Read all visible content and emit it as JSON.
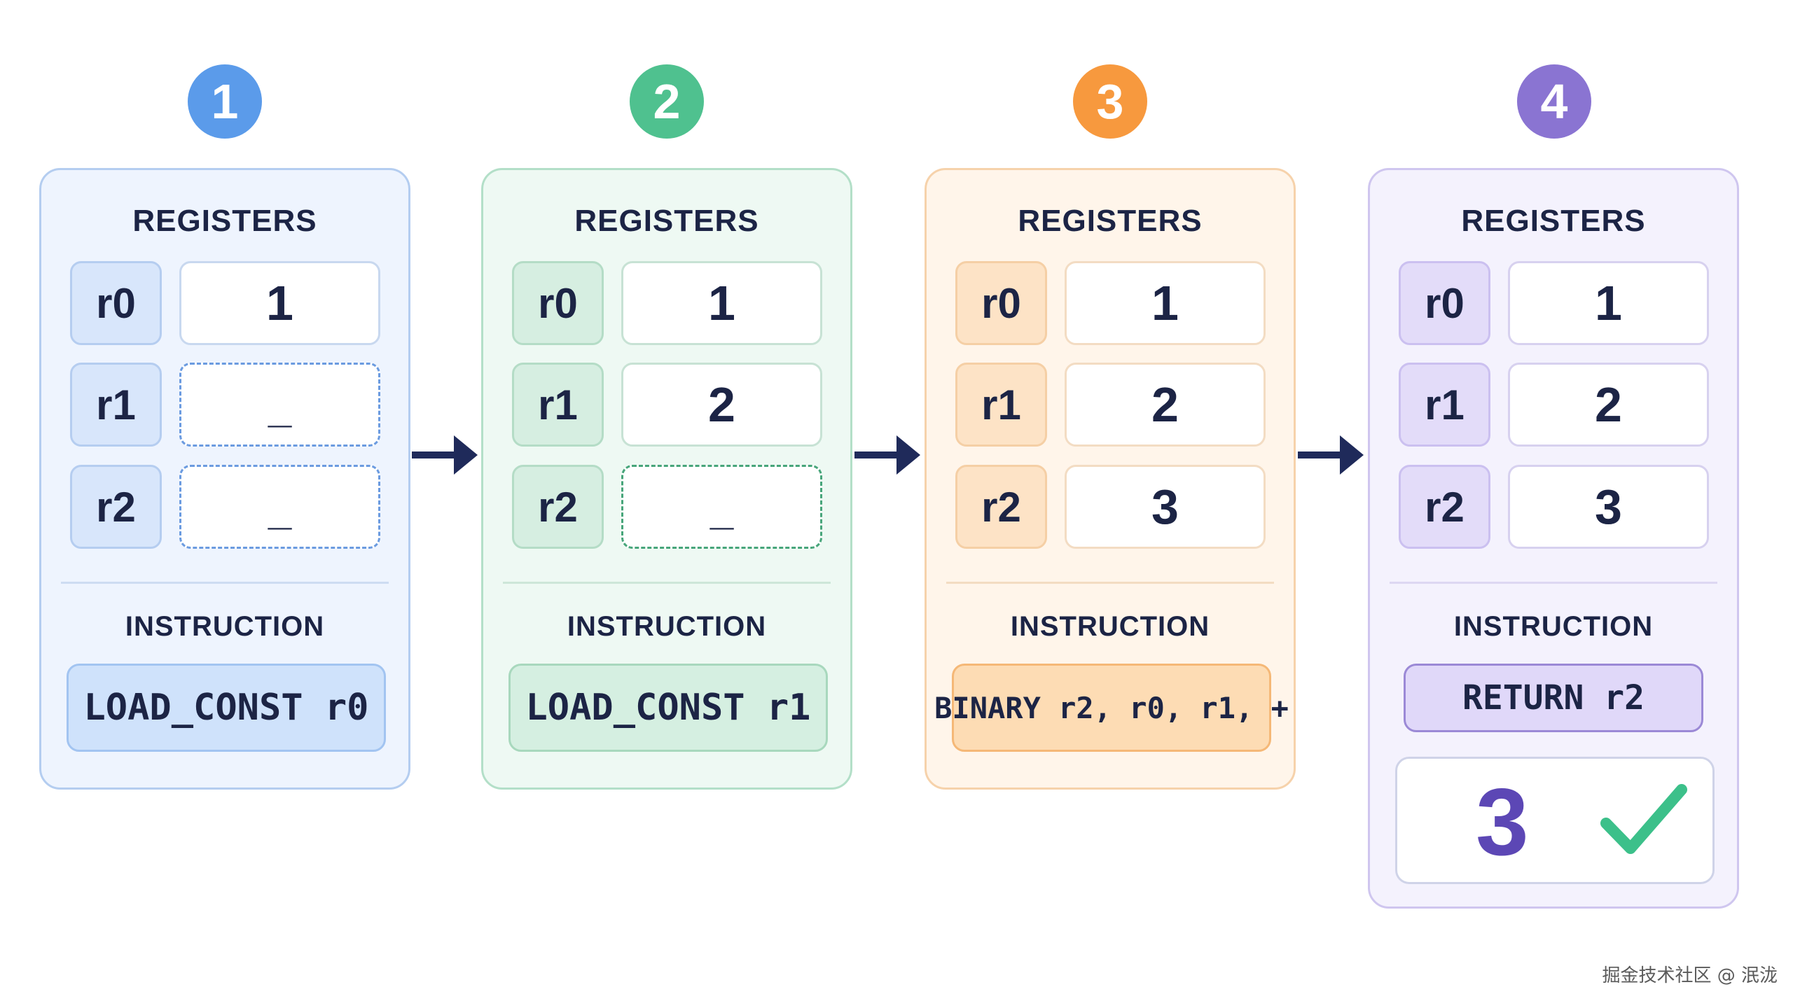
{
  "colors": {
    "blue": "#5b9bea",
    "green": "#4fc18f",
    "orange": "#f7993e",
    "purple": "#8a74d2",
    "text": "#1c2445",
    "check": "#3cc08a"
  },
  "steps": [
    {
      "number": "1",
      "registers_title": "REGISTERS",
      "registers": [
        {
          "name": "r0",
          "value": "1"
        },
        {
          "name": "r1",
          "value": "_"
        },
        {
          "name": "r2",
          "value": "_"
        }
      ],
      "instruction_title": "INSTRUCTION",
      "instruction": "LOAD_CONST r0"
    },
    {
      "number": "2",
      "registers_title": "REGISTERS",
      "registers": [
        {
          "name": "r0",
          "value": "1"
        },
        {
          "name": "r1",
          "value": "2"
        },
        {
          "name": "r2",
          "value": "_"
        }
      ],
      "instruction_title": "INSTRUCTION",
      "instruction": "LOAD_CONST r1"
    },
    {
      "number": "3",
      "registers_title": "REGISTERS",
      "registers": [
        {
          "name": "r0",
          "value": "1"
        },
        {
          "name": "r1",
          "value": "2"
        },
        {
          "name": "r2",
          "value": "3"
        }
      ],
      "instruction_title": "INSTRUCTION",
      "instruction": "BINARY r2, r0, r1, +"
    },
    {
      "number": "4",
      "registers_title": "REGISTERS",
      "registers": [
        {
          "name": "r0",
          "value": "1"
        },
        {
          "name": "r1",
          "value": "2"
        },
        {
          "name": "r2",
          "value": "3"
        }
      ],
      "instruction_title": "INSTRUCTION",
      "instruction": "RETURN r2",
      "result": "3",
      "result_icon": "check-icon"
    }
  ],
  "arrows": [
    "arrow-right-icon",
    "arrow-right-icon",
    "arrow-right-icon"
  ],
  "watermark": "掘金技术社区 @ 泯泷"
}
